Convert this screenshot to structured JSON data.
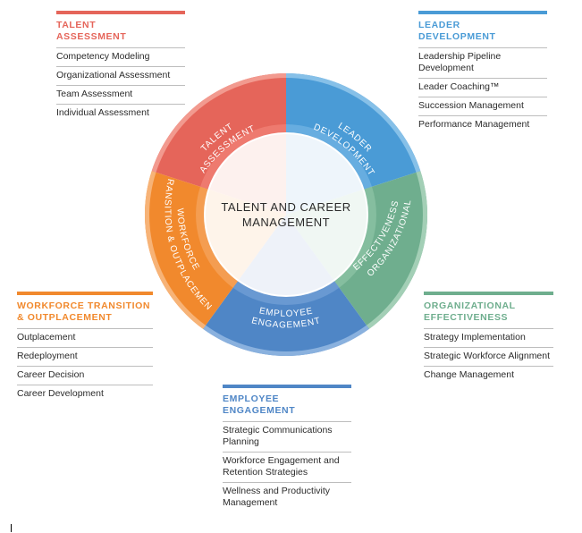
{
  "center": {
    "line1": "TALENT AND CAREER",
    "line2": "MANAGEMENT"
  },
  "colors": {
    "talent": "#E5655A",
    "leader": "#4A9BD6",
    "org": "#6FAE8E",
    "employee": "#4F86C6",
    "workforce": "#F1892D"
  },
  "segments": {
    "talent": {
      "line1": "TALENT",
      "line2": "ASSESSMENT"
    },
    "leader": {
      "line1": "LEADER",
      "line2": "DEVELOPMENT"
    },
    "org": {
      "line1": "ORGANIZATIONAL",
      "line2": "EFFECTIVENESS"
    },
    "employee": {
      "line1": "EMPLOYEE",
      "line2": "ENGAGEMENT"
    },
    "workforce": {
      "line1": "WORKFORCE",
      "line2": "TRANSITION & OUTPLACEMENT"
    }
  },
  "panels": {
    "talent": {
      "title": [
        "TALENT",
        "ASSESSMENT"
      ],
      "items": [
        "Competency Modeling",
        "Organizational Assessment",
        "Team Assessment",
        "Individual Assessment"
      ]
    },
    "leader": {
      "title": [
        "LEADER",
        "DEVELOPMENT"
      ],
      "items": [
        "Leadership Pipeline Development",
        "Leader Coaching™",
        "Succession Management",
        "Performance Management"
      ]
    },
    "org": {
      "title": [
        "ORGANIZATIONAL",
        "EFFECTIVENESS"
      ],
      "items": [
        "Strategy Implementation",
        "Strategic Workforce Alignment",
        "Change Management"
      ]
    },
    "employee": {
      "title": [
        "EMPLOYEE",
        "ENGAGEMENT"
      ],
      "items": [
        "Strategic Communications Planning",
        "Workforce Engagement and Retention Strategies",
        "Wellness and Productivity Management"
      ]
    },
    "workforce": {
      "title": [
        "WORKFORCE TRANSITION",
        "& OUTPLACEMENT"
      ],
      "items": [
        "Outplacement",
        "Redeployment",
        "Career Decision",
        "Career Development"
      ]
    }
  }
}
